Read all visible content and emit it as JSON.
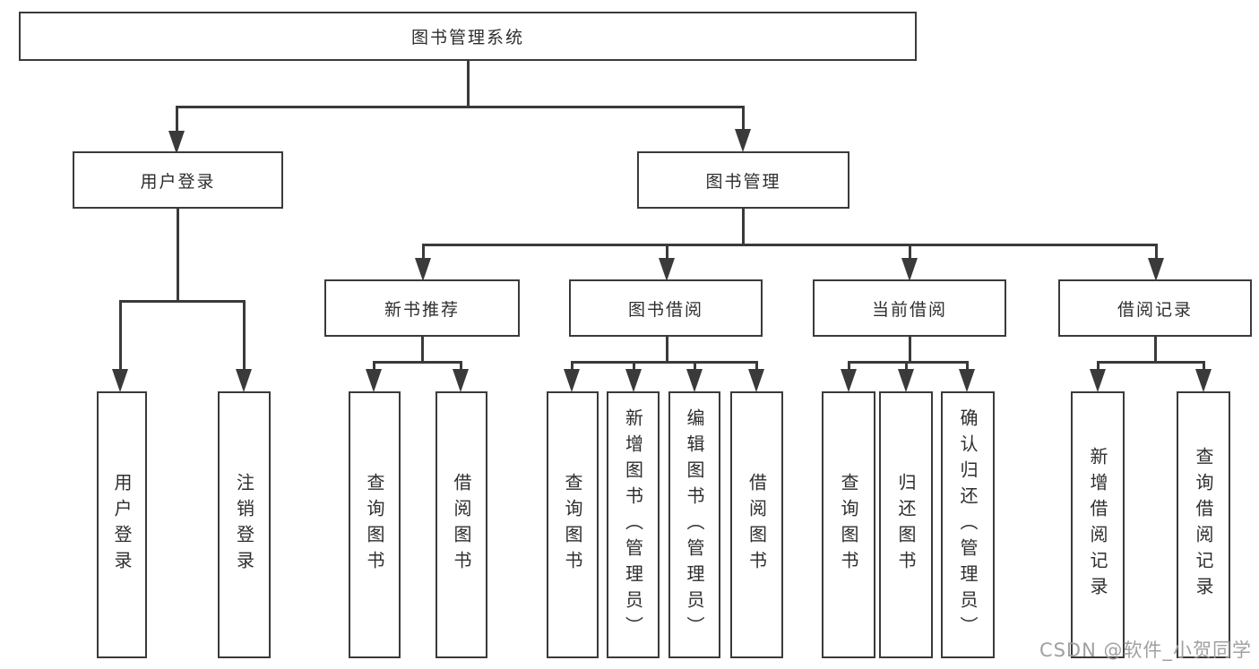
{
  "colors": {
    "line": "#3a3a3a",
    "text": "#2e2e2e",
    "background": "#ffffff",
    "watermark": "#a0a0a0"
  },
  "watermark": {
    "text": "CSDN @软件_小贺同学"
  },
  "tree": {
    "label": "图书管理系统",
    "children": [
      {
        "label": "用户登录",
        "children": [
          {
            "label": "用户登录"
          },
          {
            "label": "注销登录"
          }
        ]
      },
      {
        "label": "图书管理",
        "children": [
          {
            "label": "新书推荐",
            "children": [
              {
                "label": "查询图书"
              },
              {
                "label": "借阅图书"
              }
            ]
          },
          {
            "label": "图书借阅",
            "children": [
              {
                "label": "查询图书"
              },
              {
                "label": "新增图书（管理员）"
              },
              {
                "label": "编辑图书（管理员）"
              },
              {
                "label": "借阅图书"
              }
            ]
          },
          {
            "label": "当前借阅",
            "children": [
              {
                "label": "查询图书"
              },
              {
                "label": "归还图书"
              },
              {
                "label": "确认归还（管理员）"
              }
            ]
          },
          {
            "label": "借阅记录",
            "children": [
              {
                "label": "新增借阅记录"
              },
              {
                "label": "查询借阅记录"
              }
            ]
          }
        ]
      }
    ]
  }
}
